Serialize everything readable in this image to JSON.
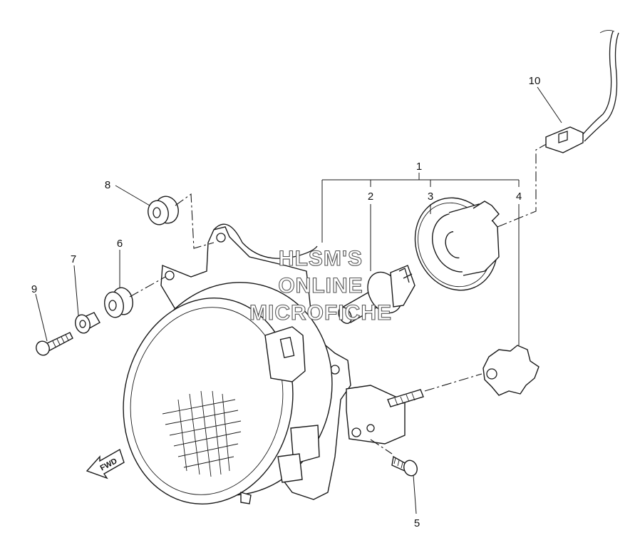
{
  "diagram": {
    "part_labels": {
      "p1": "1",
      "p2": "2",
      "p3": "3",
      "p4": "4",
      "p5": "5",
      "p6": "6",
      "p7": "7",
      "p8": "8",
      "p9": "9",
      "p10": "10"
    },
    "watermark": [
      "HLSM'S",
      "ONLINE",
      "MICROFICHE"
    ],
    "fwd_badge": "FWD"
  }
}
